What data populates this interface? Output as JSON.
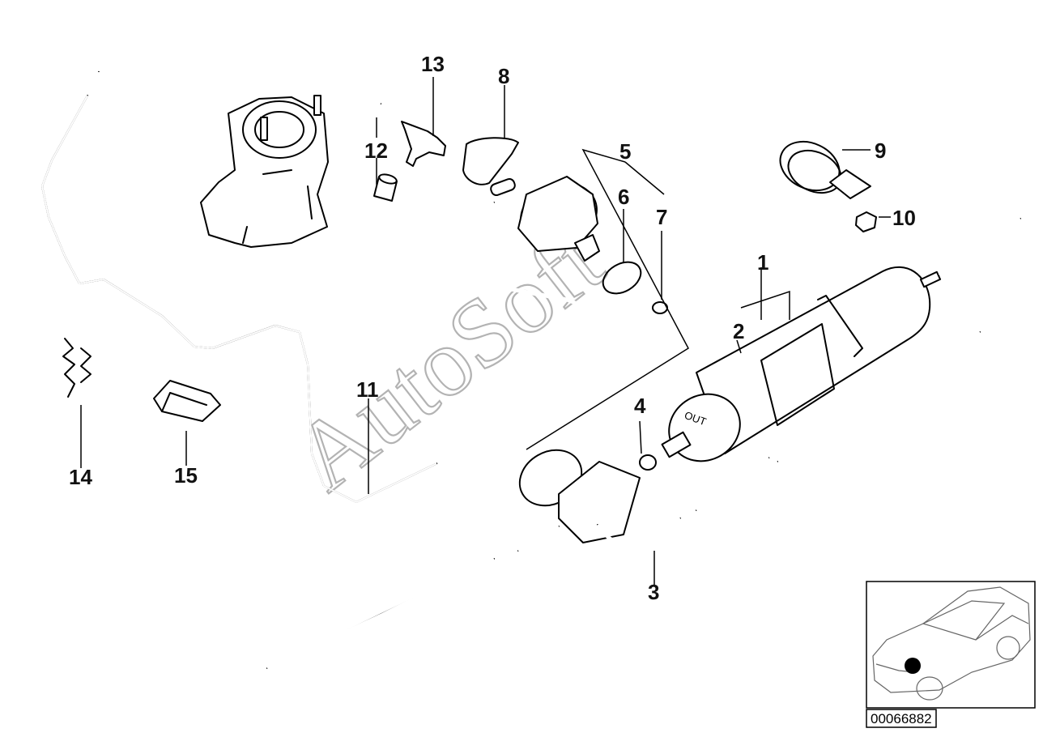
{
  "callouts": {
    "c1": "1",
    "c2": "2",
    "c3": "3",
    "c4": "4",
    "c5": "5",
    "c6": "6",
    "c7": "7",
    "c8": "8",
    "c9": "9",
    "c10": "10",
    "c11": "11",
    "c12": "12",
    "c13": "13",
    "c14": "14",
    "c15": "15"
  },
  "watermark": "AutoSoft",
  "reference_number": "00066882",
  "part_label_out": "OUT"
}
